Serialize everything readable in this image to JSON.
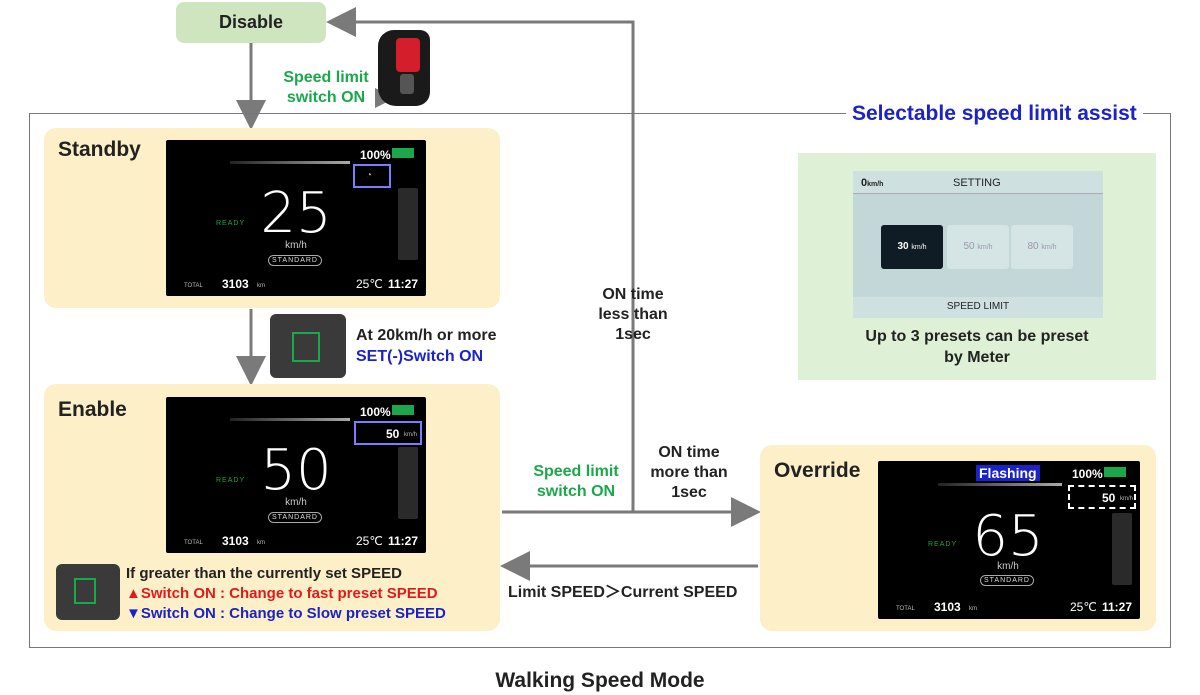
{
  "disable": {
    "label": "Disable"
  },
  "speed_limit_switch_top": {
    "line1": "Speed limit",
    "line2": "switch ON"
  },
  "section_title": "Selectable speed limit assist",
  "standby": {
    "title": "Standby",
    "battery": "100%",
    "speed": "25",
    "unit": "km/h",
    "mode": "STANDARD",
    "ready": "READY",
    "odometer_label": "TOTAL",
    "odometer": "3103",
    "odometer_unit": "km",
    "temperature": "25℃",
    "time": "11:27"
  },
  "transition_enable": {
    "line1": "At 20km/h or more",
    "line2": "SET(-)Switch ON"
  },
  "enable": {
    "title": "Enable",
    "battery": "100%",
    "speed": "50",
    "unit": "km/h",
    "mode": "STANDARD",
    "ready": "READY",
    "limit": "50",
    "limit_unit": "km/h",
    "odometer_label": "TOTAL",
    "odometer": "3103",
    "odometer_unit": "km",
    "temperature": "25℃",
    "time": "11:27",
    "note_line1": "If greater than the currently set SPEED",
    "note_line2": "▲Switch ON : Change to fast preset SPEED",
    "note_line3": "▼Switch ON : Change to Slow preset SPEED"
  },
  "on_time_short": {
    "line1": "ON time",
    "line2": "less than",
    "line3": "1sec"
  },
  "on_time_long": {
    "line1": "ON time",
    "line2": "more than",
    "line3": "1sec"
  },
  "speed_limit_switch_mid": {
    "line1": "Speed limit",
    "line2": "switch ON"
  },
  "limit_vs_current": "Limit SPEED＞Current SPEED",
  "override": {
    "title": "Override",
    "flashing": "Flashing",
    "battery": "100%",
    "speed": "65",
    "unit": "km/h",
    "mode": "STANDARD",
    "ready": "READY",
    "limit": "50",
    "limit_unit": "km/h",
    "odometer_label": "TOTAL",
    "odometer": "3103",
    "odometer_unit": "km",
    "temperature": "25℃",
    "time": "11:27"
  },
  "setting": {
    "speed_now": "0",
    "speed_now_unit": "km/h",
    "title": "SETTING",
    "presets": [
      {
        "value": "30",
        "unit": "km/h",
        "selected": true
      },
      {
        "value": "50",
        "unit": "km/h",
        "selected": false
      },
      {
        "value": "80",
        "unit": "km/h",
        "selected": false
      }
    ],
    "footer": "SPEED LIMIT",
    "caption_line1": "Up to 3 presets can be preset",
    "caption_line2": "by Meter"
  },
  "footer_title": "Walking Speed Mode",
  "colors": {
    "state_bg": "#fdf0c8",
    "green": "#1aa84b",
    "blue": "#1a22c8",
    "red": "#e01a1a",
    "arrow": "#7a7a7a"
  }
}
